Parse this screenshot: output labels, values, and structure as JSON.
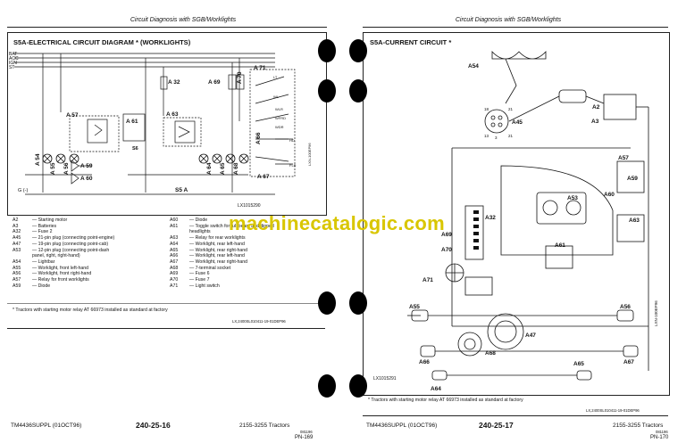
{
  "left_page": {
    "header": "Circuit Diagnosis with SGB/Worklights",
    "title": "S5A-ELECTRICAL CIRCUIT DIAGRAM * (WORKLIGHTS)",
    "bus_labels": [
      "BAT",
      "ACC",
      "IGN",
      "ST"
    ],
    "component_labels": [
      "A 32",
      "A 69",
      "A 70",
      "A 71",
      "A 57",
      "A 61",
      "A 63",
      "A 66",
      "A 54",
      "A 55",
      "A 56",
      "A 59",
      "A 60",
      "A 64",
      "A 65",
      "A 67",
      "A 68",
      "S6",
      "S5 A",
      "G (-)",
      "LX1015290"
    ],
    "switch_labels": [
      "LT",
      "WL",
      "HD",
      "FLR",
      "WLR",
      "WFRD",
      "WDR"
    ],
    "side_code": "LXN-100EP96",
    "legend_left": [
      {
        "code": "A2",
        "desc": "— Starting motor"
      },
      {
        "code": "A3",
        "desc": "— Batteries"
      },
      {
        "code": "A32",
        "desc": "— Fuse 2"
      },
      {
        "code": "A45",
        "desc": "— 21-pin plug (connecting point-engine)"
      },
      {
        "code": "A47",
        "desc": "— 19-pin plug (connecting point-cab)"
      },
      {
        "code": "A53",
        "desc": "— 12-pin plug (connecting point-dash"
      },
      {
        "code": "",
        "desc": "panel, right, right-hand)"
      },
      {
        "code": "A54",
        "desc": "— Lightbar"
      },
      {
        "code": "A55",
        "desc": "— Worklight, front left-hand"
      },
      {
        "code": "A56",
        "desc": "— Worklight, front right-hand"
      },
      {
        "code": "A57",
        "desc": "— Relay for front worklights"
      },
      {
        "code": "A59",
        "desc": "— Diode"
      }
    ],
    "legend_right": [
      {
        "code": "A60",
        "desc": "— Diode"
      },
      {
        "code": "A61",
        "desc": "— Toggle switch for full beam and dipped"
      },
      {
        "code": "",
        "desc": "headlights"
      },
      {
        "code": "A63",
        "desc": "— Relay for rear worklights"
      },
      {
        "code": "A64",
        "desc": "— Worklight, rear left-hand"
      },
      {
        "code": "A65",
        "desc": "— Worklight, rear right-hand"
      },
      {
        "code": "A66",
        "desc": "— Worklight, rear left-hand"
      },
      {
        "code": "A67",
        "desc": "— Worklight, rear right-hand"
      },
      {
        "code": "A68",
        "desc": "— 7-terminal socket"
      },
      {
        "code": "A69",
        "desc": "— Fuse 6"
      },
      {
        "code": "A70",
        "desc": "— Fuse 7"
      },
      {
        "code": "A71",
        "desc": "— Light switch"
      }
    ],
    "note": "* Tractors with starting motor relay AT 66973 installed as standard at factory",
    "ref_code": "LX,2400SL010411-19-01DEP96",
    "footer": {
      "manual": "TM4436SUPPL (01OCT96)",
      "page_ref": "240-25-16",
      "model": "2155-3255 Tractors",
      "date_code": "081196",
      "page_num": "PN-169"
    }
  },
  "right_page": {
    "header": "Circuit Diagnosis with SGB/Worklights",
    "title": "S5A-CURRENT CIRCUIT *",
    "component_labels": [
      "A54",
      "A2",
      "A3",
      "A45",
      "A57",
      "A60",
      "A59",
      "A53",
      "A32",
      "A63",
      "A69",
      "A70",
      "A61",
      "A71",
      "A55",
      "A56",
      "A47",
      "A66",
      "A68",
      "A67",
      "A64",
      "A65",
      "LX1015291"
    ],
    "pin_numbers": [
      "18",
      "21",
      "13",
      "21",
      "3"
    ],
    "side_code": "LXN-100EP96",
    "note": "* Tractors with starting motor relay AT 66973 installed as standard at factory",
    "ref_code": "LX,2400SL010411-19-01DEP96",
    "footer": {
      "manual": "TM4436SUPPL (01OCT96)",
      "page_ref": "240-25-17",
      "model": "2155-3255 Tractors",
      "date_code": "081196",
      "page_num": "PN-170"
    }
  },
  "watermark": "machinecatalogic.com"
}
